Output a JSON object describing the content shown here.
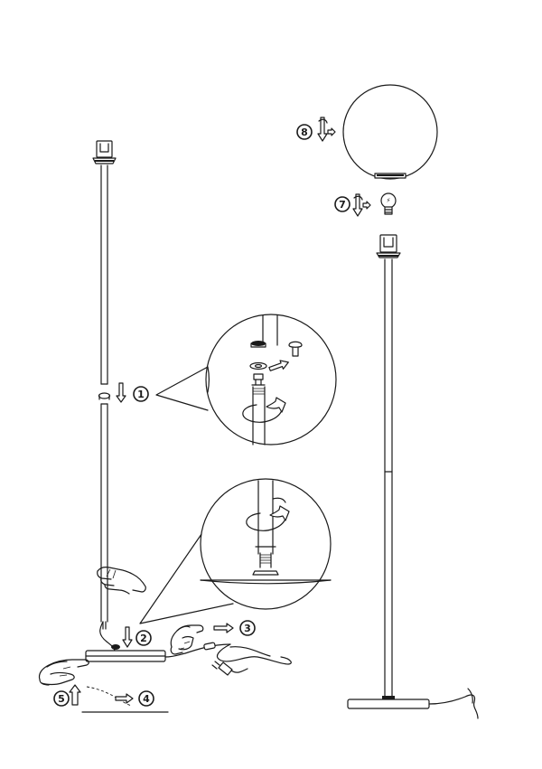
{
  "steps": [
    {
      "number": "1"
    },
    {
      "number": "2"
    },
    {
      "number": "3"
    },
    {
      "number": "4"
    },
    {
      "number": "5"
    },
    {
      "number": "7"
    },
    {
      "number": "8"
    }
  ],
  "icons": {
    "bulb_symbol": "⚡"
  }
}
